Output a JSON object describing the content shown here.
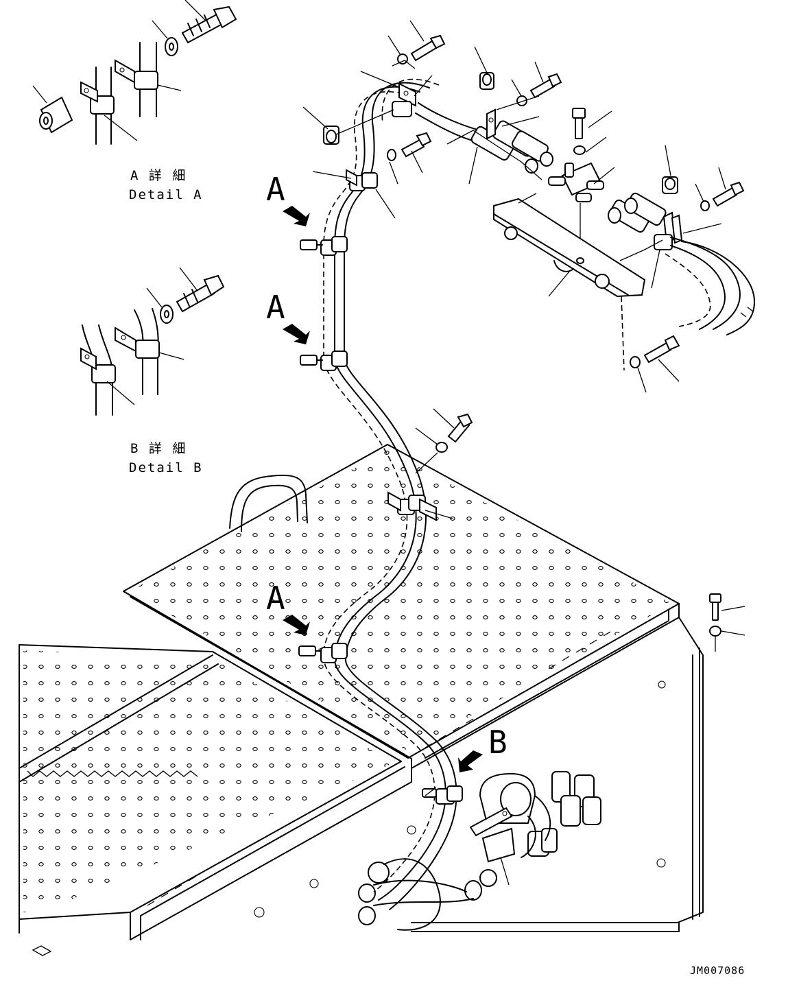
{
  "callouts": {
    "a1": "A",
    "a2": "A",
    "a3": "A",
    "b1": "B"
  },
  "details": {
    "a_jp": "A 詳 細",
    "a_en": "Detail A",
    "b_jp": "B 詳 細",
    "b_en": "Detail B"
  },
  "drawing_code": "JM007086"
}
